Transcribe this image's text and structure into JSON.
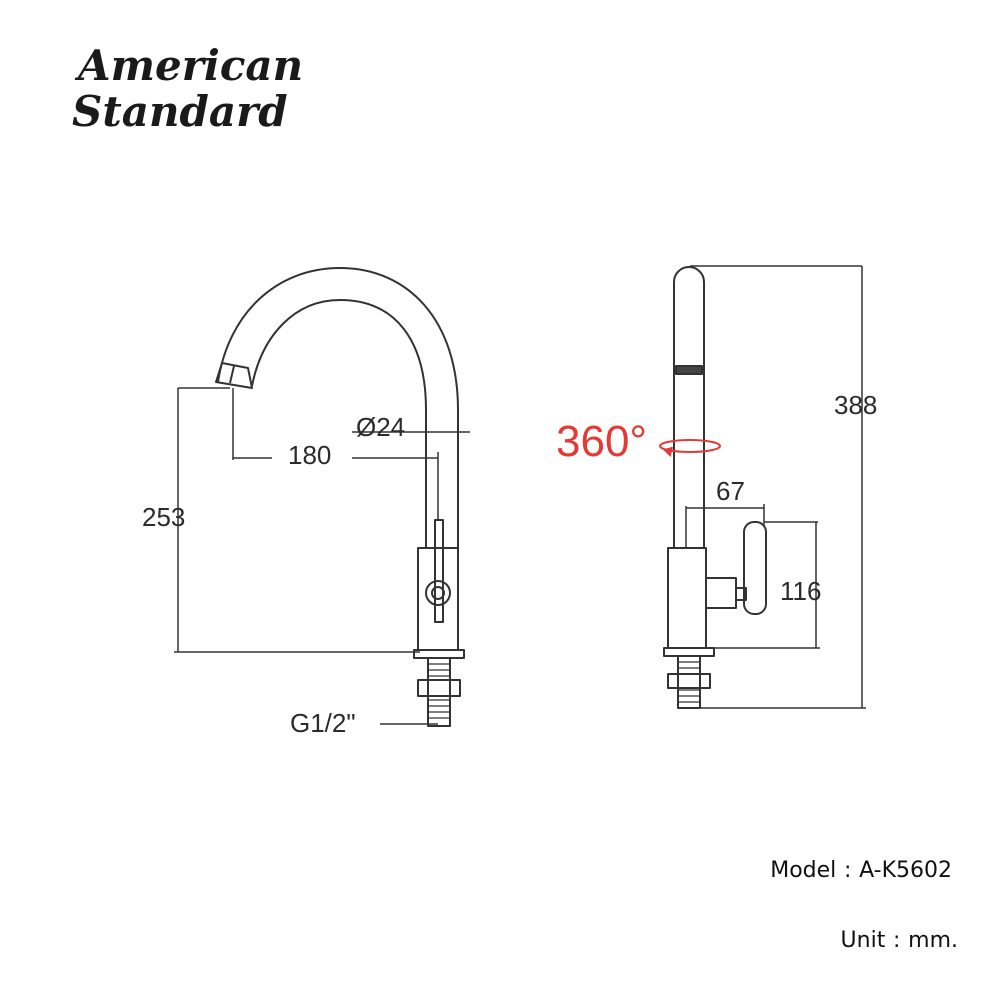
{
  "logo": {
    "line1": "American",
    "line2": "Standard"
  },
  "front_view": {
    "height": "253",
    "reach": "180",
    "diameter": "Ø24",
    "thread": "G1/2\""
  },
  "side_view": {
    "rotation": "360°",
    "total_height": "388",
    "handle_offset": "67",
    "handle_height": "116"
  },
  "footer": {
    "model_label": "Model",
    "model_sep": ":",
    "model_value": "A-K5602",
    "unit_label": "Unit",
    "unit_sep": ":",
    "unit_value": "mm."
  }
}
